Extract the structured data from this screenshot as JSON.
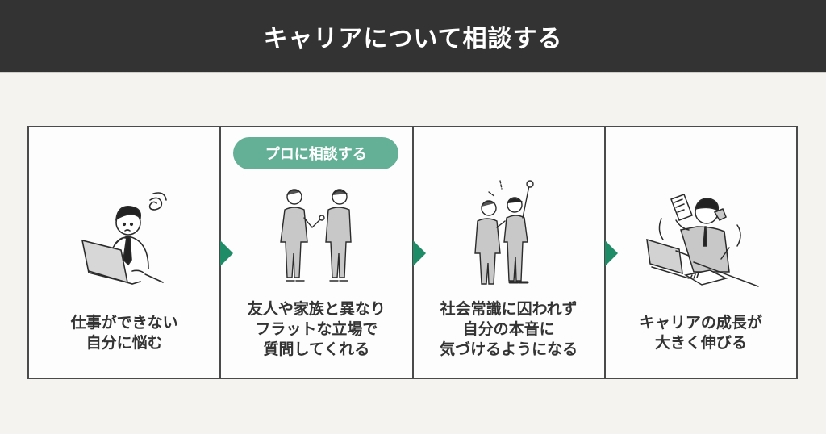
{
  "header": {
    "title": "キャリアについて相談する"
  },
  "colors": {
    "header_bg": "#333333",
    "accent_green": "#1e8c66",
    "badge_green": "#63b096",
    "background": "#f4f3ef"
  },
  "steps": [
    {
      "illustration": "worried-man-at-laptop-icon",
      "lines": [
        "仕事ができない",
        "自分に悩む"
      ]
    },
    {
      "badge": "プロに相談する",
      "illustration": "two-businessmen-talking-icon",
      "lines": [
        "友人や家族と異なり",
        "フラットな立場で",
        "質問してくれる"
      ]
    },
    {
      "illustration": "man-raising-fist-icon",
      "lines": [
        "社会常識に囚われず",
        "自分の本音に",
        "気づけるようになる"
      ]
    },
    {
      "illustration": "busy-man-working-icon",
      "lines": [
        "キャリアの成長が",
        "大きく伸びる"
      ]
    }
  ]
}
